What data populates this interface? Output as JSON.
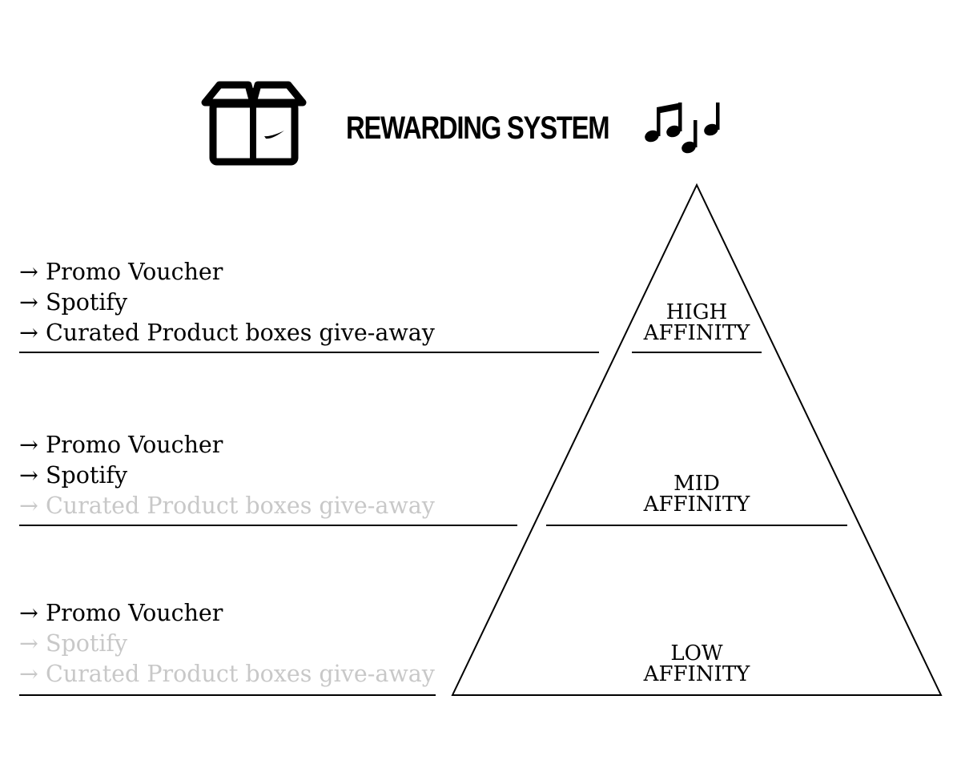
{
  "header": {
    "title": "REWARDING SYSTEM",
    "box_icon": "open-box-icon",
    "music_icon": "music-notes-icon"
  },
  "tiers": [
    {
      "level_line1": "HIGH",
      "level_line2": "AFFINITY",
      "items": [
        {
          "text": "→ Promo Voucher",
          "active": true
        },
        {
          "text": "→ Spotify",
          "active": true
        },
        {
          "text": "→ Curated Product boxes give-away",
          "active": true
        }
      ]
    },
    {
      "level_line1": "MID",
      "level_line2": "AFFINITY",
      "items": [
        {
          "text": "→ Promo Voucher",
          "active": true
        },
        {
          "text": "→ Spotify",
          "active": true
        },
        {
          "text": "→ Curated Product boxes give-away",
          "active": false
        }
      ]
    },
    {
      "level_line1": "LOW",
      "level_line2": "AFFINITY",
      "items": [
        {
          "text": "→ Promo Voucher",
          "active": true
        },
        {
          "text": "→ Spotify",
          "active": false
        },
        {
          "text": "→ Curated Product boxes give-away",
          "active": false
        }
      ]
    }
  ],
  "colors": {
    "active_text": "#000000",
    "inactive_text": "#c8c8c8",
    "line": "#000000"
  }
}
